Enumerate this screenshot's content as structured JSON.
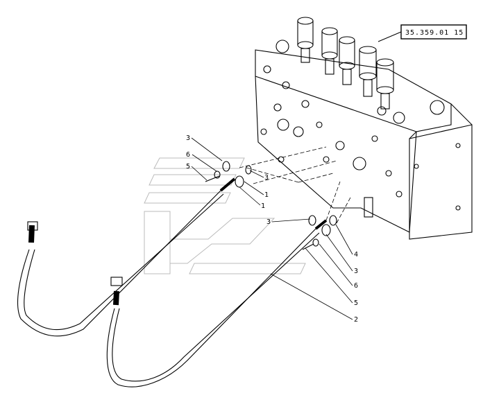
{
  "reference_box": "35.359.01 15",
  "callouts": [
    {
      "id": "c3a",
      "text": "3"
    },
    {
      "id": "c6a",
      "text": "6"
    },
    {
      "id": "c5a",
      "text": "5"
    },
    {
      "id": "c3b",
      "text": "3"
    },
    {
      "id": "c1a",
      "text": "1"
    },
    {
      "id": "c1b",
      "text": "1"
    },
    {
      "id": "c3c",
      "text": "3"
    },
    {
      "id": "c4",
      "text": "4"
    },
    {
      "id": "c3d",
      "text": "3"
    },
    {
      "id": "c6b",
      "text": "6"
    },
    {
      "id": "c5b",
      "text": "5"
    },
    {
      "id": "c2",
      "text": "2"
    }
  ]
}
